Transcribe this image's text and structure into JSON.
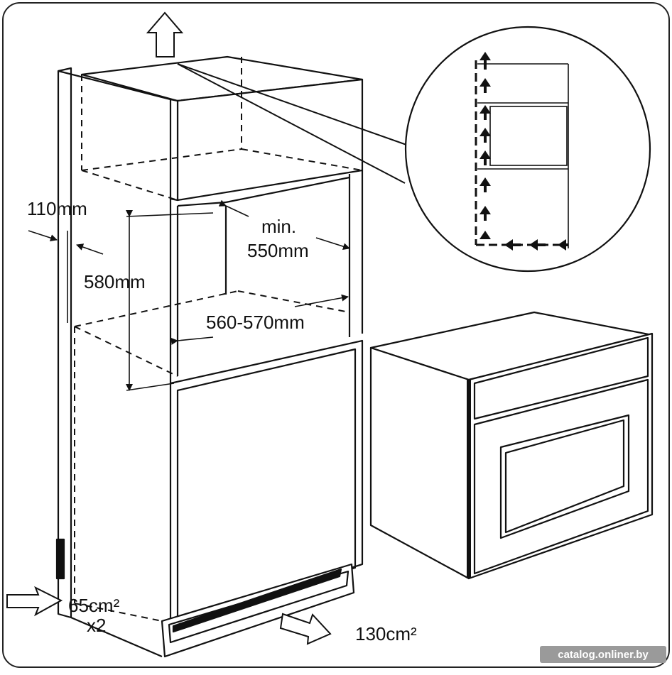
{
  "diagram": {
    "labels": {
      "top_gap": "110mm",
      "depth_line1": "min.",
      "depth_line2": "550mm",
      "height": "580mm",
      "width": "560-570mm",
      "side_vent_area": "65cm²",
      "side_vent_count": "x2",
      "bottom_vent_area": "130cm²"
    },
    "watermark": "catalog.onliner.by",
    "icons": {
      "exhaust_arrow": "up-arrow-icon",
      "intake_arrows": "right-arrow-icon",
      "airflow_detail": "magnifier-circle"
    },
    "colors": {
      "line": "#111111",
      "background": "#ffffff",
      "watermark_bg": "#9a9a9a"
    }
  }
}
